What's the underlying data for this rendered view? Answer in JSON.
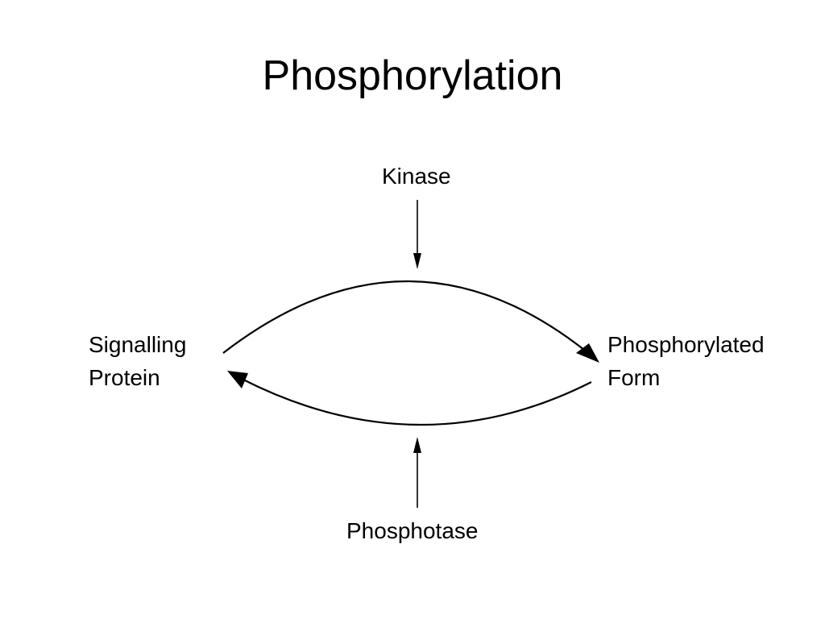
{
  "title": "Phosphorylation",
  "nodes": {
    "kinase": "Kinase",
    "phosphotase": "Phosphotase",
    "signalling_protein": [
      "Signalling",
      "Protein"
    ],
    "phosphorylated_form": [
      "Phosphorylated",
      "Form"
    ]
  },
  "colors": {
    "background": "#ffffff",
    "ink": "#000000"
  }
}
